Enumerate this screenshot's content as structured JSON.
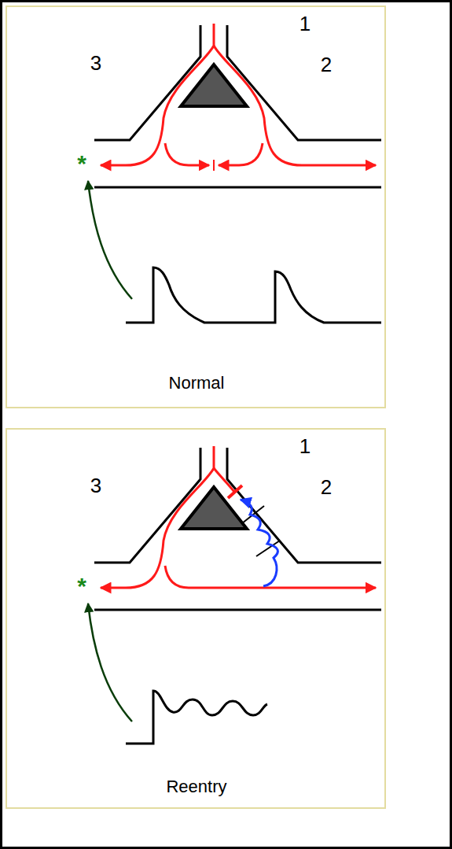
{
  "diagram": {
    "labels": [
      "3",
      "1",
      "2",
      "*",
      "Normal",
      "3",
      "1",
      "2",
      "*",
      "Reentry"
    ]
  }
}
